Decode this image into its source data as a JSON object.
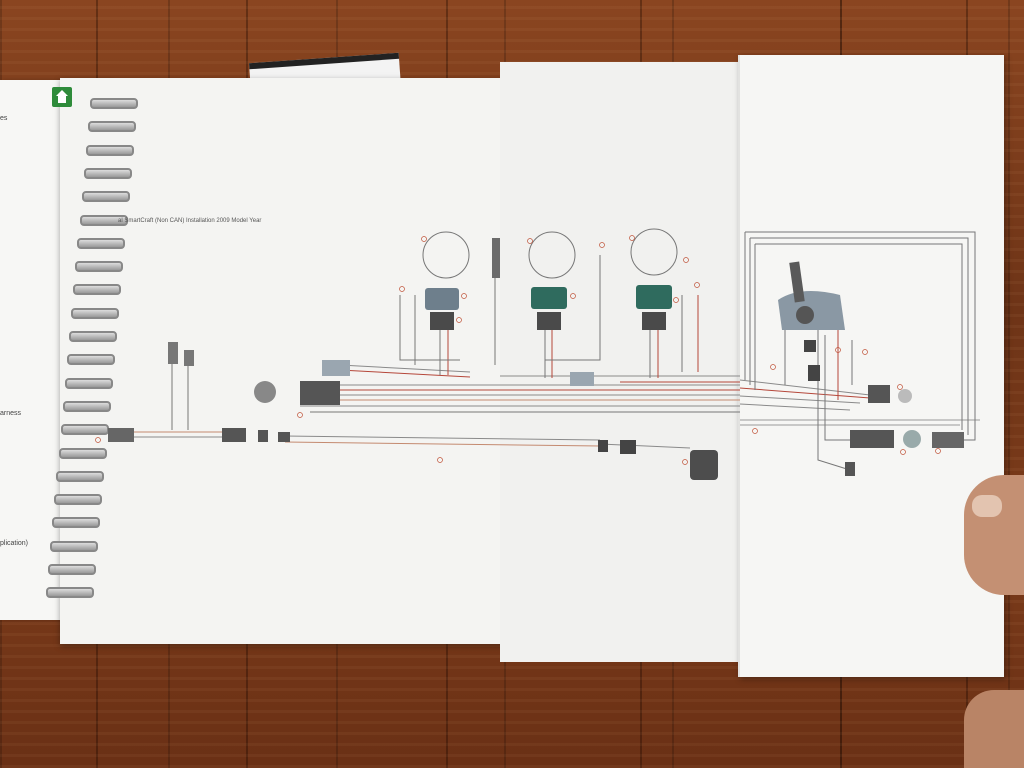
{
  "scene": {
    "description_free": true
  },
  "left_page": {
    "fragments": [
      "es",
      "arness",
      "plication)"
    ]
  },
  "diagram": {
    "title": "al SmartCraft (Non CAN) Installation 2009 Model Year"
  },
  "colors": {
    "floor": "#7a3a1c",
    "paper": "#f4f4f2",
    "home_icon": "#2e8b3a",
    "wire_dark": "#555555",
    "wire_red": "#b5473a",
    "connector_teal": "#2f6b5e"
  },
  "icons": {
    "home": "home-icon"
  }
}
